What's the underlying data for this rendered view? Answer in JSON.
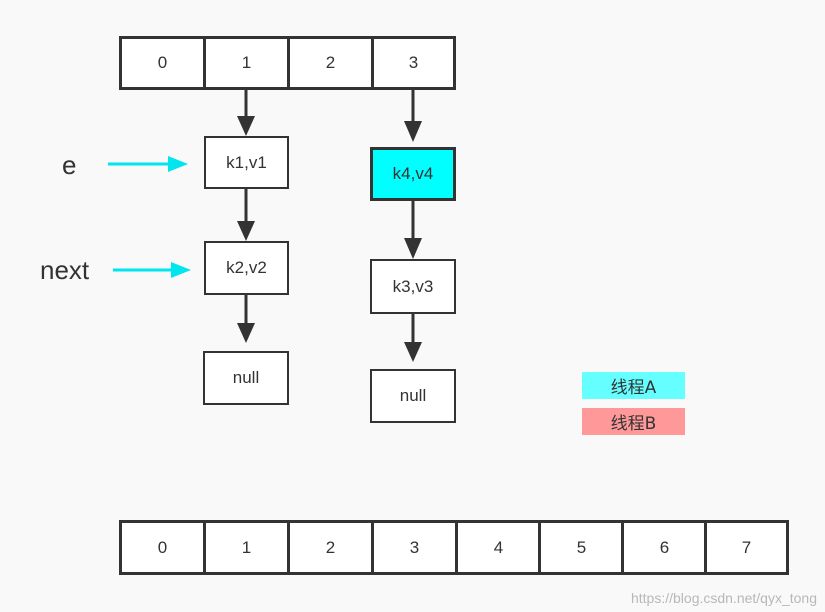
{
  "old_array": {
    "cells": [
      "0",
      "1",
      "2",
      "3"
    ]
  },
  "new_array": {
    "cells": [
      "0",
      "1",
      "2",
      "3",
      "4",
      "5",
      "6",
      "7"
    ]
  },
  "bucket1": {
    "node1": "k1,v1",
    "node2": "k2,v2",
    "tail": "null"
  },
  "bucket3": {
    "node1": "k4,v4",
    "node2": "k3,v3",
    "tail": "null"
  },
  "pointers": {
    "e": "e",
    "next": "next"
  },
  "legend": {
    "thread_a": "线程A",
    "thread_a_color": "#66ffff",
    "thread_b": "线程B",
    "thread_b_color": "#ff9999"
  },
  "watermark": "https://blog.csdn.net/qyx_tong",
  "colors": {
    "pointer_arrow": "#00e5ee",
    "highlight_node": "#00ffff",
    "link_arrow": "#333333"
  }
}
